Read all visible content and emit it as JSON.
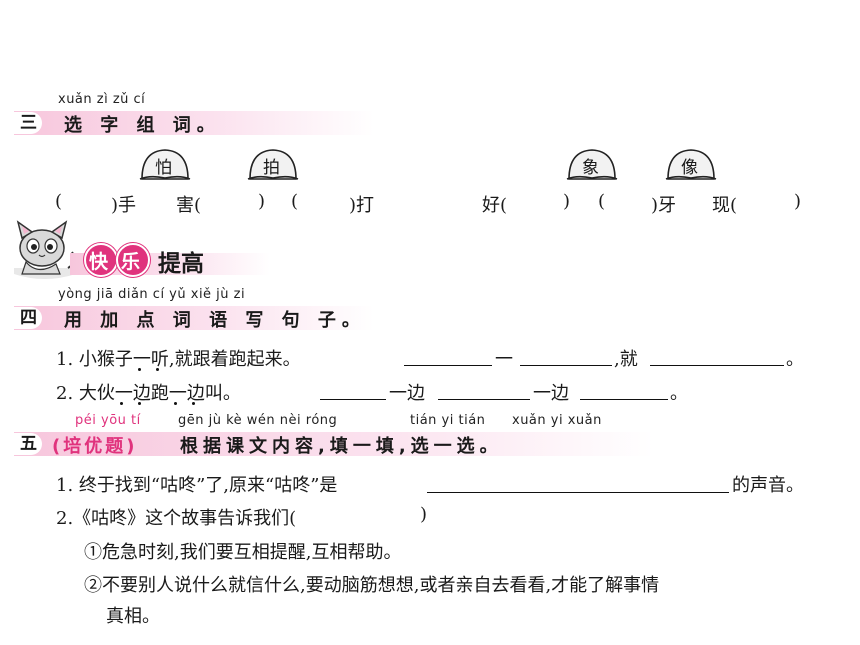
{
  "section3": {
    "pinyin": "xuǎn zì zǔ cí",
    "number": "三",
    "title": "选 字 组 词。",
    "chars": [
      "怕",
      "拍",
      "象",
      "像"
    ],
    "row": {
      "p1_open": "(",
      "p1_close": ")手",
      "p2_word": "害(",
      "p2_close": ")",
      "p3_open": "(",
      "p3_close": ")打",
      "p4_word": "好(",
      "p4_close": ")",
      "p5_open": "(",
      "p5_close": ")牙",
      "p6_word": "现(",
      "p6_close": ")"
    }
  },
  "banner": {
    "title": "提高",
    "bubble1": "快",
    "bubble2": "乐"
  },
  "section4": {
    "pinyin": "yòng jiā diǎn cí yǔ xiě jù zi",
    "number": "四",
    "title": "用 加 点 词 语 写 句 子。",
    "items": [
      {
        "label": "1. 小猴子一听,就跟着跑起来。",
        "w1": "一",
        "w2": ",就",
        "end": "。"
      },
      {
        "label": "2. 大伙一边跑一边叫。",
        "w1": "一边",
        "w2": "一边",
        "end": "。"
      }
    ]
  },
  "section5": {
    "pinyin_a": "péi yōu tí",
    "pinyin_b": "gēn jù kè wén nèi róng",
    "pinyin_c": "tián yi tián",
    "pinyin_d": "xuǎn yi xuǎn",
    "number": "五",
    "tag": "(培优题)",
    "title": "根据课文内容,填一填,选一选。",
    "q1_prefix": "1. 终于找到“咕咚”了,原来“咕咚”是",
    "q1_suffix": "的声音。",
    "q2_prefix": "2.《咕咚》这个故事告诉我们(",
    "q2_suffix": ")",
    "options": [
      "①危急时刻,我们要互相提醒,互相帮助。",
      "②不要别人说什么就信什么,要动脑筋想想,或者亲自去看看,才能了解事情",
      "真相。"
    ]
  }
}
